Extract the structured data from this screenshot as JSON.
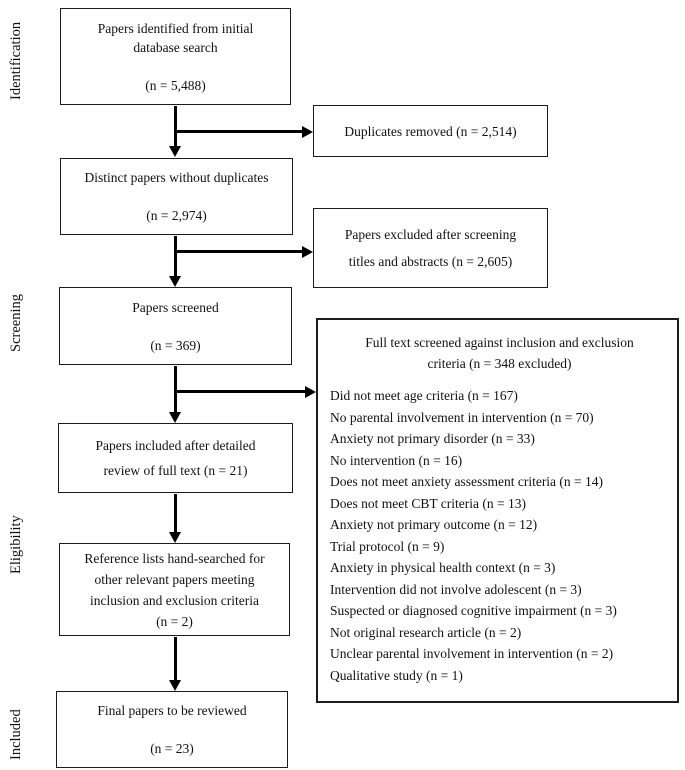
{
  "stages": [
    {
      "label": "Identification"
    },
    {
      "label": "Screening"
    },
    {
      "label": "Eligibility"
    },
    {
      "label": "Included"
    }
  ],
  "boxes": {
    "initial_search": {
      "text": "Papers identified from initial\ndatabase search\n\n(n = 5,488)"
    },
    "duplicates_removed": {
      "text": "Duplicates removed (n = 2,514)"
    },
    "distinct_papers": {
      "text": "Distinct papers without duplicates\n\n(n = 2,974)"
    },
    "excluded_title_abstract": {
      "text": "Papers excluded after screening\ntitles and abstracts (n = 2,605)"
    },
    "papers_screened": {
      "text": "Papers screened\n\n(n = 369)"
    },
    "full_text_review": {
      "text": "Papers included after detailed\nreview of full text (n = 21)"
    },
    "reference_lists": {
      "text": "Reference lists hand-searched for\nother relevant papers meeting\ninclusion and exclusion criteria\n(n = 2)"
    },
    "final_papers": {
      "text": "Final papers to be reviewed\n\n(n = 23)"
    },
    "full_text_exclusions": {
      "header": "Full text screened against inclusion and exclusion\ncriteria (n = 348 excluded)",
      "reasons": [
        "Did not meet age criteria (n = 167)",
        "No parental involvement in intervention (n = 70)",
        "Anxiety not primary disorder (n = 33)",
        "No intervention (n = 16)",
        "Does not meet anxiety assessment criteria (n = 14)",
        "Does not meet CBT criteria (n = 13)",
        "Anxiety not primary outcome (n = 12)",
        "Trial protocol (n = 9)",
        "Anxiety in physical health context (n = 3)",
        "Intervention did not involve adolescent (n = 3)",
        "Suspected or diagnosed cognitive impairment (n = 3)",
        "Not original research article (n = 2)",
        "Unclear parental involvement in intervention (n = 2)",
        "Qualitative study (n = 1)"
      ]
    }
  },
  "colors": {
    "border": "#1c1c1c",
    "text": "#111111",
    "arrow": "#000000",
    "background": "#ffffff"
  }
}
